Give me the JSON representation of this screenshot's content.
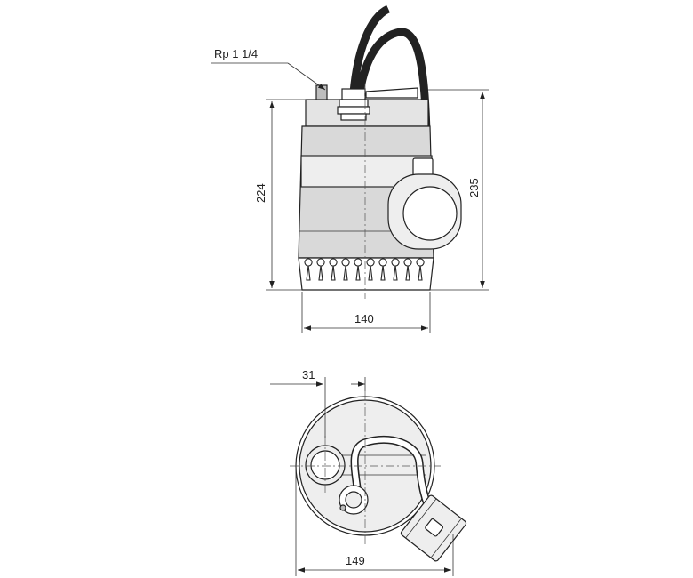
{
  "dimensions": {
    "thread_label": "Rp 1 1/4",
    "height_left": "224",
    "height_right": "235",
    "width_side": "140",
    "offset_top": "31",
    "width_top": "149"
  }
}
